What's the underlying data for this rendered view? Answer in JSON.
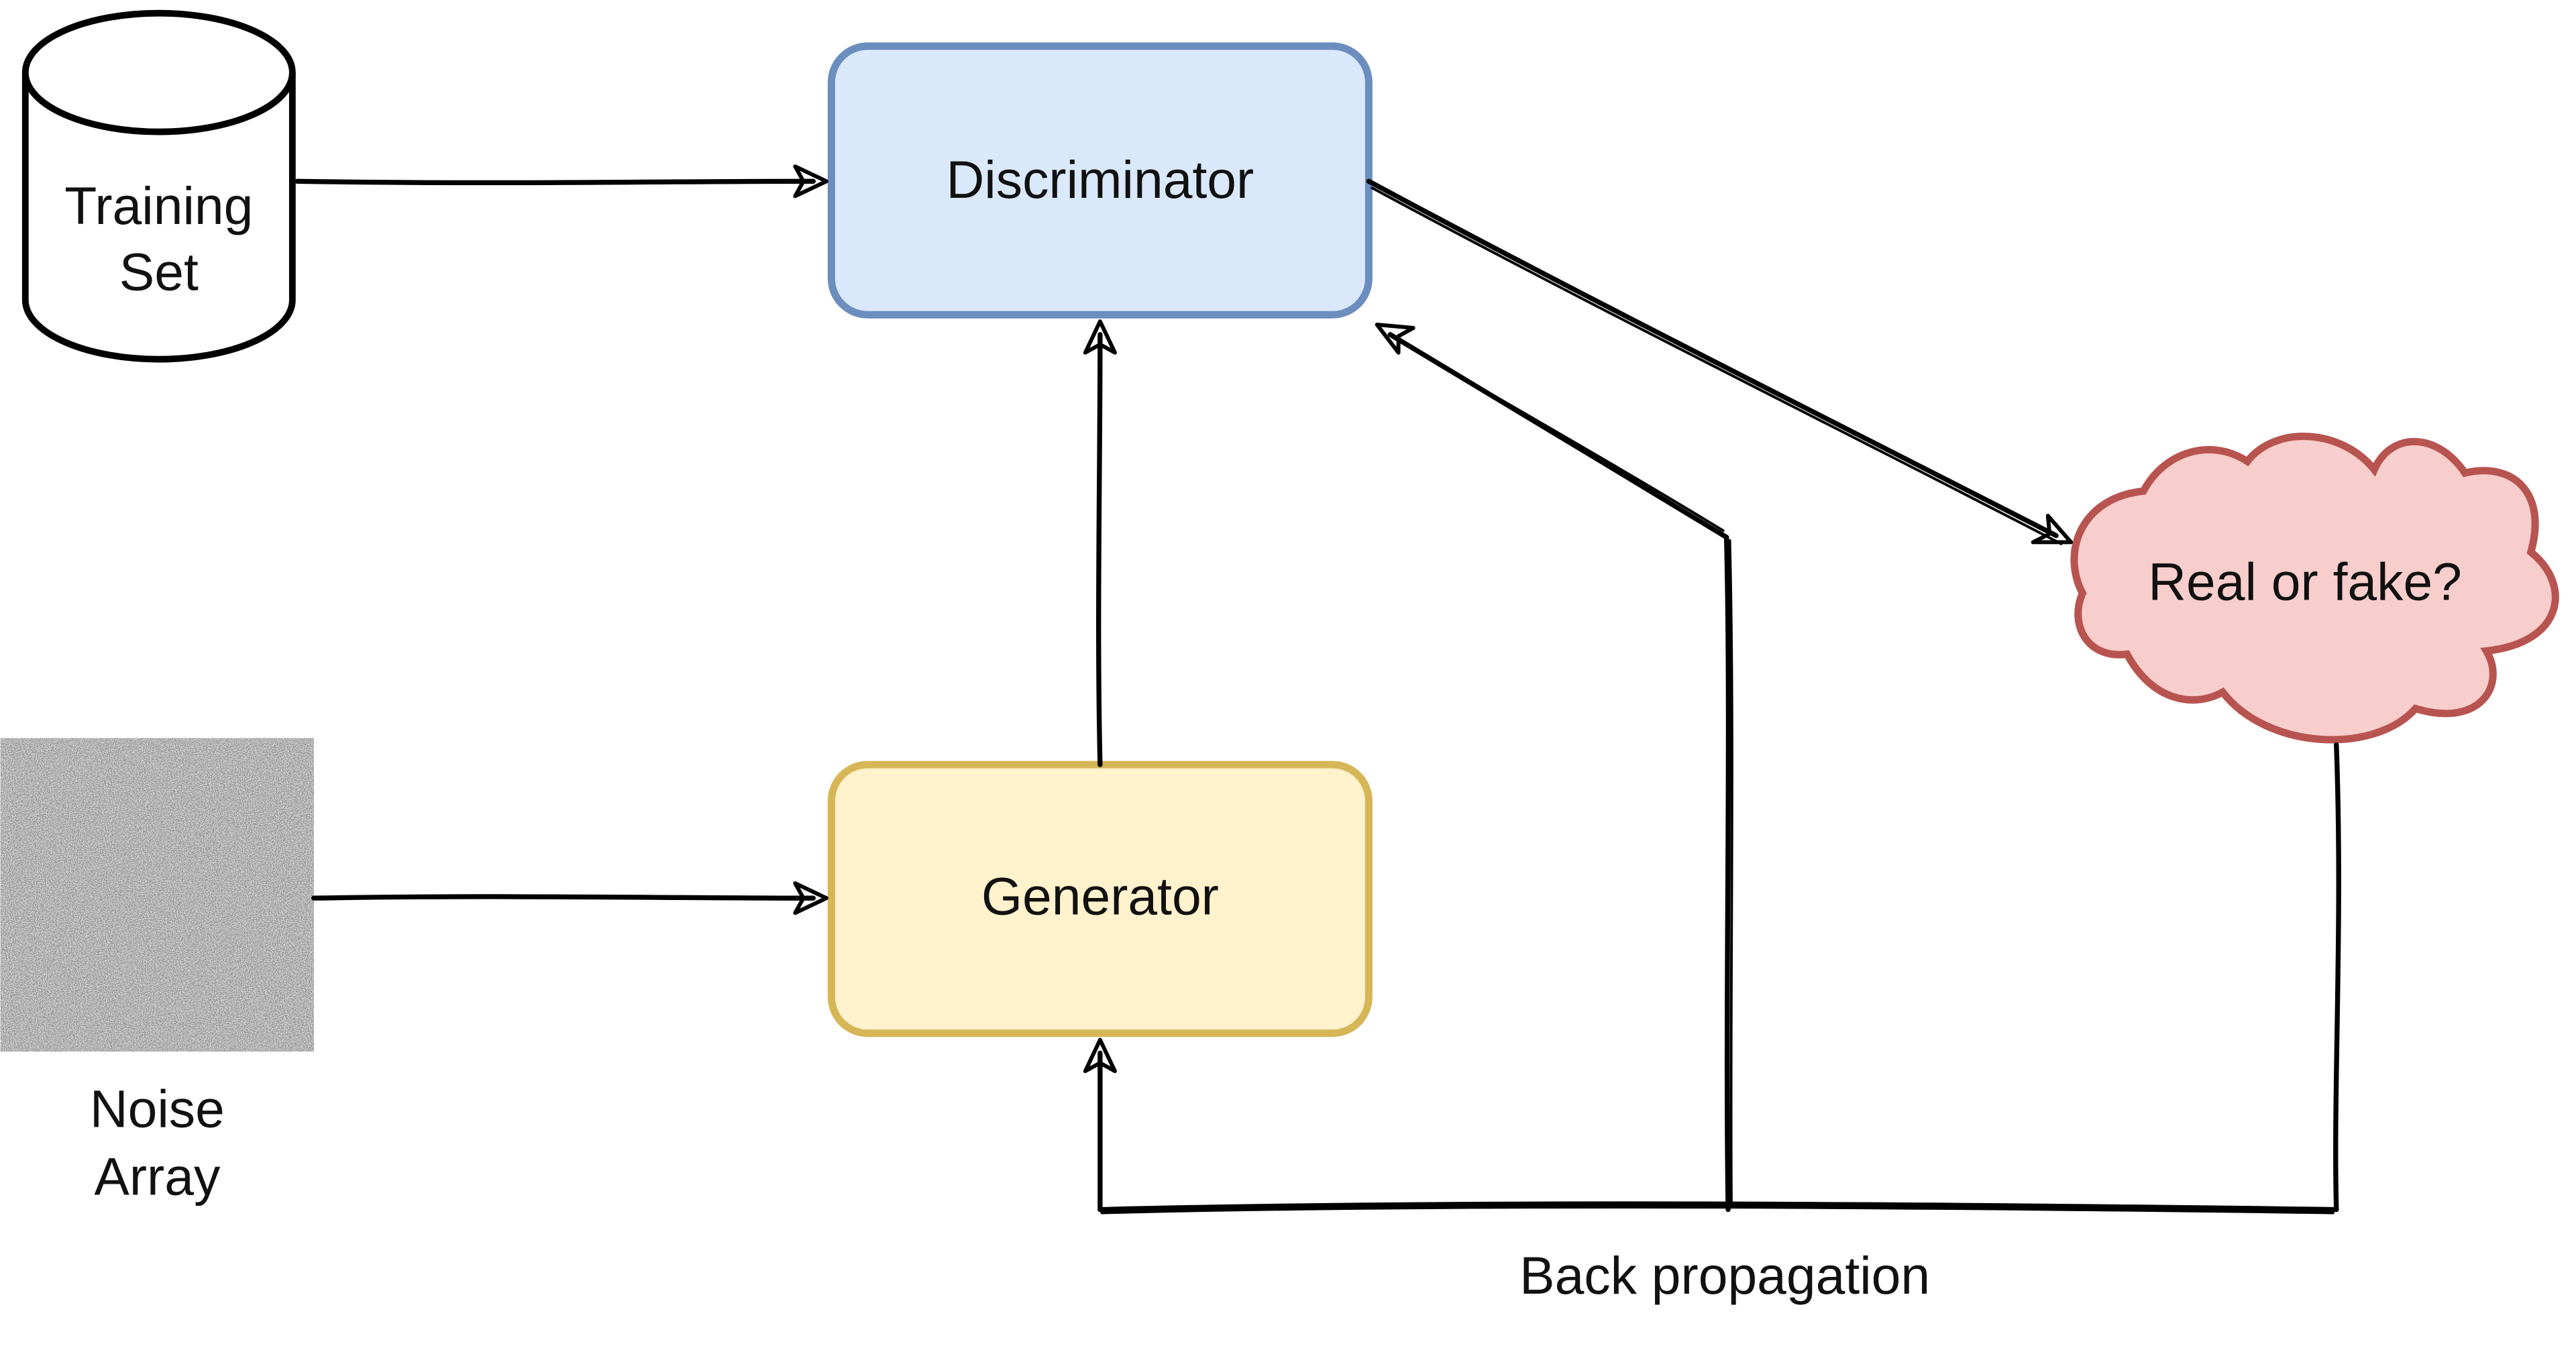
{
  "nodes": {
    "training_set": {
      "line1": "Training",
      "line2": "Set"
    },
    "discriminator": {
      "label": "Discriminator"
    },
    "generator": {
      "label": "Generator"
    },
    "noise_array": {
      "line1": "Noise",
      "line2": "Array"
    },
    "real_or_fake": {
      "label": "Real or fake?"
    }
  },
  "edges": {
    "back_propagation": {
      "label": "Back propagation"
    }
  },
  "colors": {
    "discriminator_fill": "#dae8fc",
    "discriminator_stroke": "#6c8ebf",
    "generator_fill": "#fff2cc",
    "generator_stroke": "#d6b656",
    "cloud_fill": "#f8cecc",
    "cloud_stroke": "#b85450",
    "cylinder_stroke": "#000000"
  }
}
